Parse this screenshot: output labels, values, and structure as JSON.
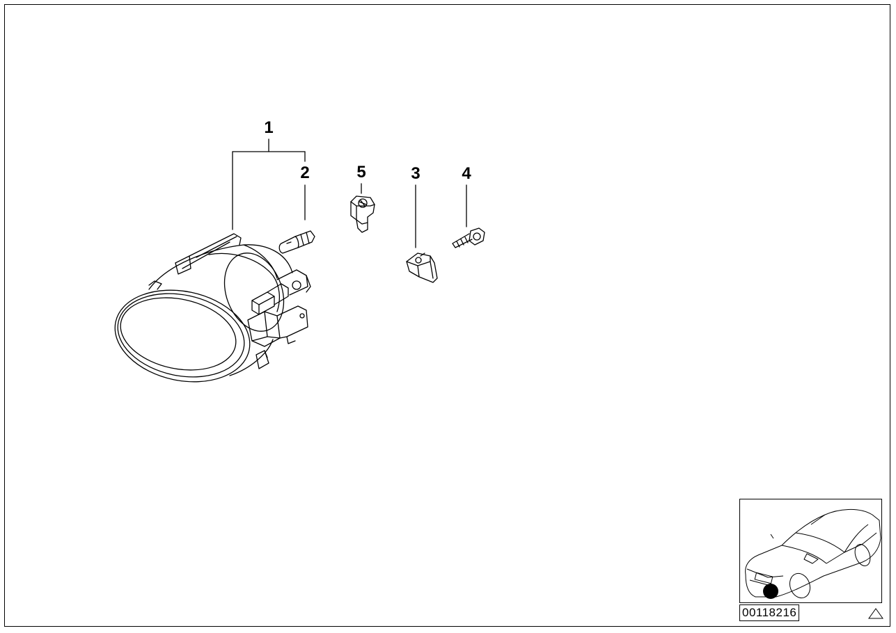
{
  "callouts": {
    "part1": "1",
    "part2": "2",
    "part3": "3",
    "part4": "4",
    "part5": "5"
  },
  "diagram_id": "00118216",
  "icons": {
    "fog_light": "fog-light-assembly-icon",
    "bulb": "bulb-icon",
    "socket": "bulb-socket-icon",
    "clip": "clip-nut-icon",
    "screw": "screw-icon",
    "car_locator": "car-location-icon",
    "warning": "triangle-icon"
  },
  "colors": {
    "line": "#000000",
    "background": "#ffffff",
    "locator_dot": "#000000"
  }
}
